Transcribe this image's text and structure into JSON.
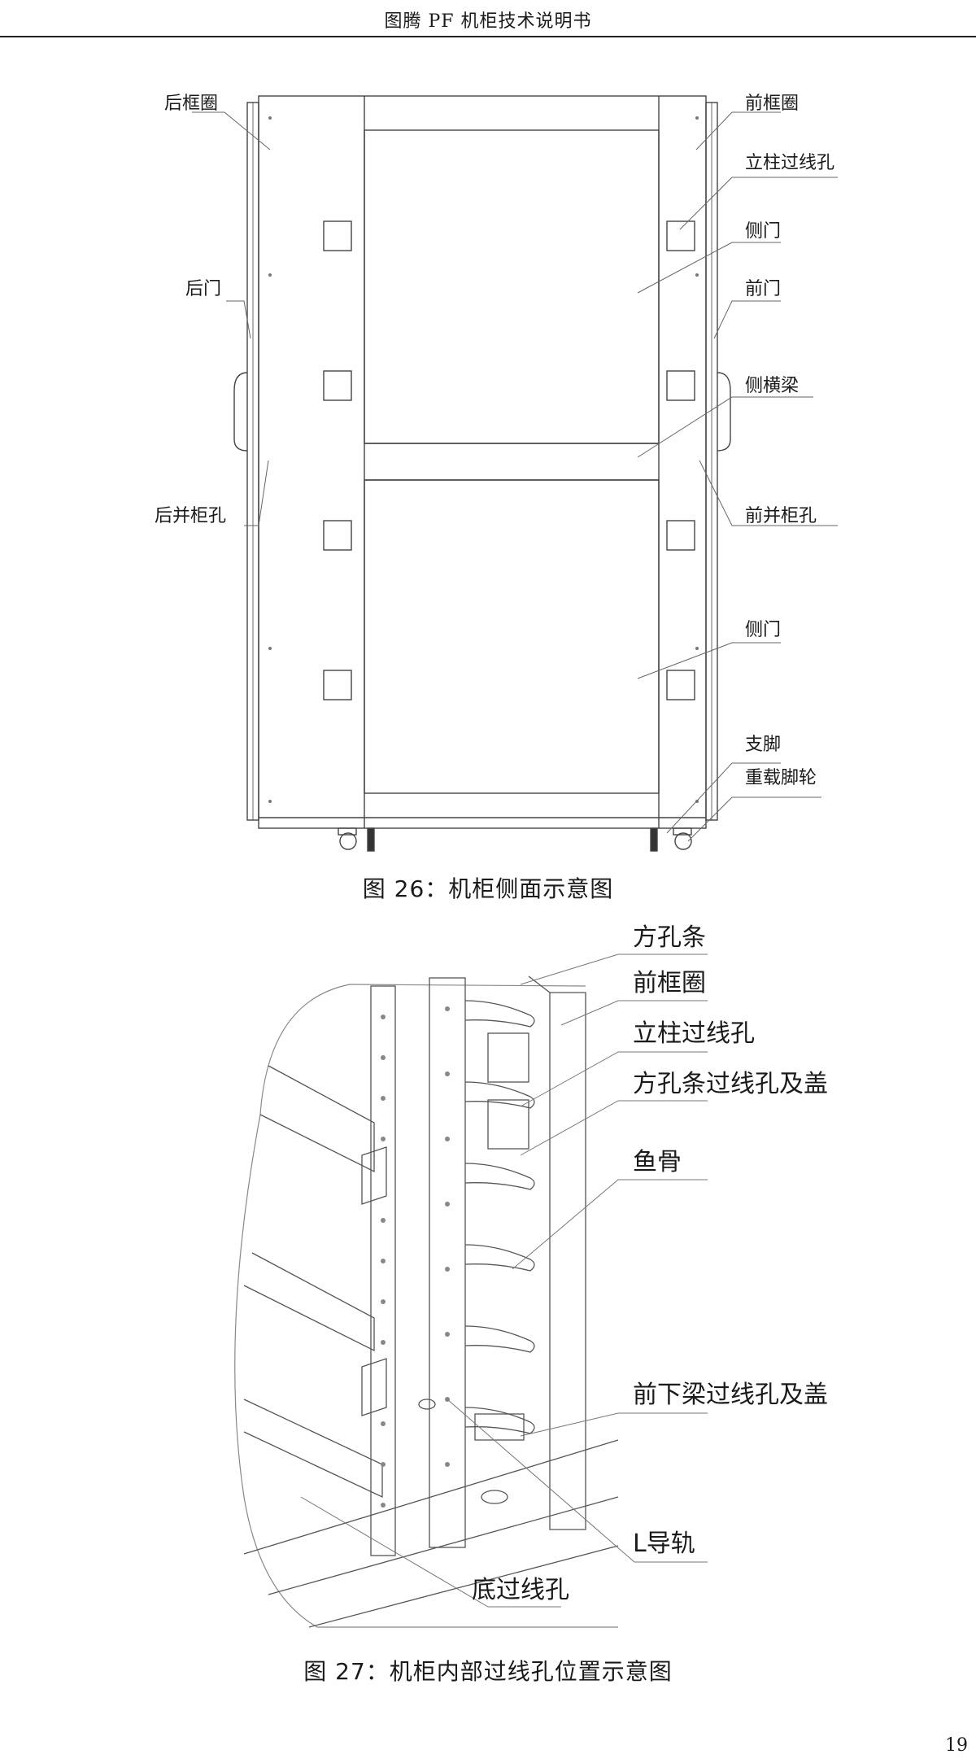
{
  "header": {
    "title": "图腾 PF 机柜技术说明书"
  },
  "figure26": {
    "caption": "图 26：机柜侧面示意图",
    "labels": {
      "rear_frame": "后框圈",
      "front_frame": "前框圈",
      "post_cable_hole": "立柱过线孔",
      "side_door_top": "侧门",
      "rear_door": "后门",
      "front_door": "前门",
      "side_beam": "侧横梁",
      "rear_join_hole": "后并柜孔",
      "front_join_hole": "前并柜孔",
      "side_door_bottom": "侧门",
      "foot": "支脚",
      "caster": "重载脚轮"
    }
  },
  "figure27": {
    "caption": "图 27：机柜内部过线孔位置示意图",
    "labels": {
      "square_hole_strip": "方孔条",
      "front_frame": "前框圈",
      "post_cable_hole": "立柱过线孔",
      "strip_hole_cover": "方孔条过线孔及盖",
      "fishbone": "鱼骨",
      "lower_beam_hole": "前下梁过线孔及盖",
      "l_rail": "L导轨",
      "bottom_hole": "底过线孔"
    }
  },
  "page_number": "19"
}
